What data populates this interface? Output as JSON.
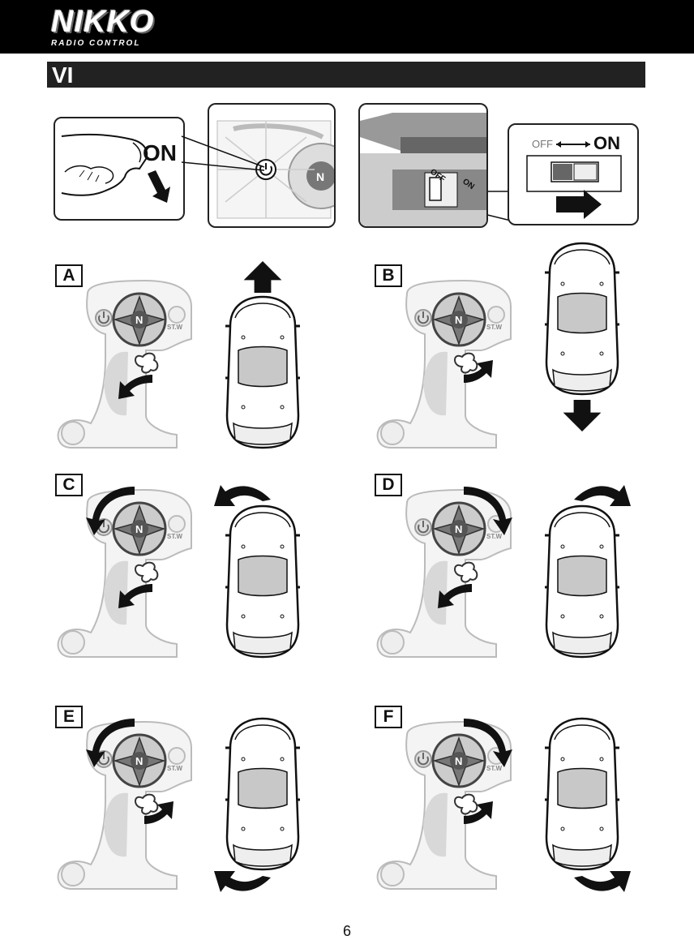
{
  "header": {
    "logo_main": "NIKKO",
    "logo_sub": "RADIO CONTROL",
    "section": "VI"
  },
  "power_on": {
    "finger_label": "ON",
    "switch_off": "OFF",
    "switch_on": "ON",
    "car_switch_off": "OFF",
    "car_switch_on": "ON"
  },
  "remote_text": "ST.W",
  "panels": [
    {
      "letter": "A"
    },
    {
      "letter": "B"
    },
    {
      "letter": "C"
    },
    {
      "letter": "D"
    },
    {
      "letter": "E"
    },
    {
      "letter": "F"
    }
  ],
  "page_number": "6"
}
